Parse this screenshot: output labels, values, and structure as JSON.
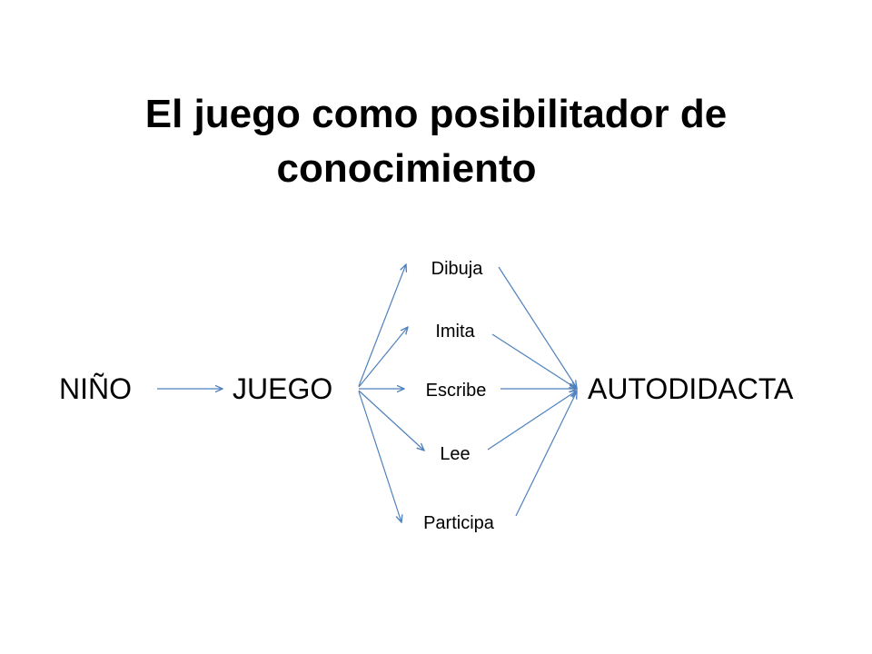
{
  "title": {
    "line1": "El juego como posibilitador de",
    "line2": "conocimiento"
  },
  "nodes": {
    "nino": "NIÑO",
    "juego": "JUEGO",
    "autodidacta": "AUTODIDACTA",
    "activities": [
      "Dibuja",
      "Imita",
      "Escribe",
      "Lee",
      "Participa"
    ]
  },
  "colors": {
    "arrow": "#4f81bd",
    "text": "#000000",
    "background": "#ffffff"
  }
}
